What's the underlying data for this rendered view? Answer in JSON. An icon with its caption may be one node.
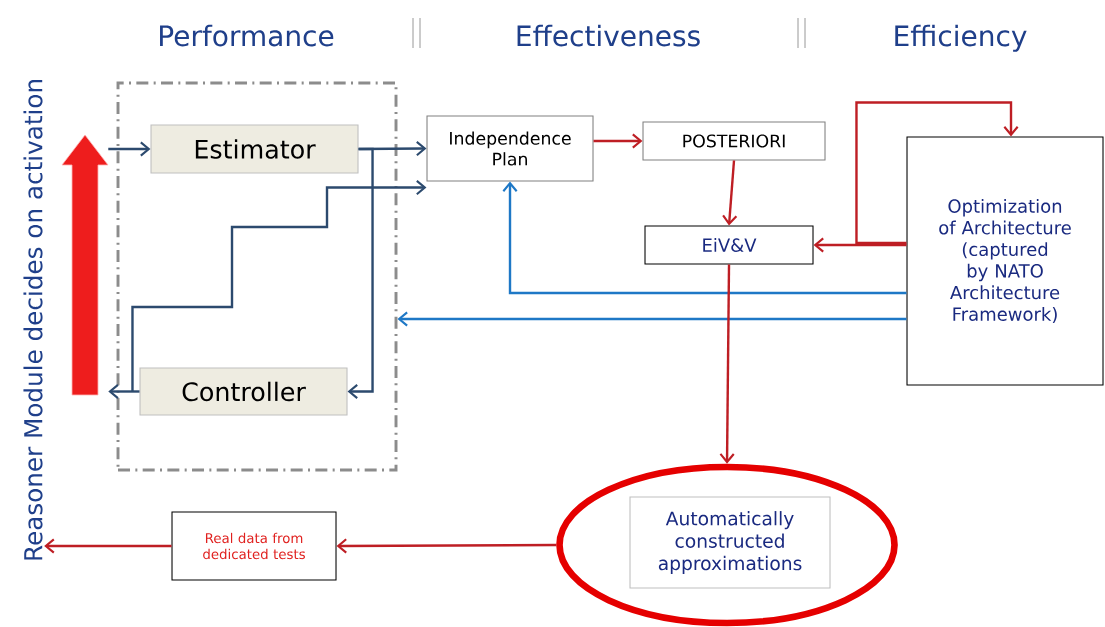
{
  "diagram": {
    "nodes": [
      {
        "text": [],
        "shape": "box"
      },
      {
        "text": [
          "Estimator"
        ],
        "in": 0
      },
      {
        "text": [
          "Controller"
        ],
        "in": 0
      },
      {
        "text": [
          "Independence Plan"
        ]
      },
      {
        "text": [
          "POSTERIORI"
        ]
      },
      {
        "text": [
          "EiV&V"
        ]
      },
      {
        "text": [
          "Optimization of Architecture (captured by NATO Architecture Framework)"
        ]
      },
      {
        "text": [],
        "shape": "ellipse"
      },
      {
        "text": [
          "Automatically constructed approximations"
        ],
        "in": 7
      },
      {
        "text": [
          "Real data from dedicated tests"
        ]
      },
      {
        "text": [],
        "shape": "arrow"
      },
      {
        "text": [
          "Reasoner Module decides on activation"
        ]
      }
    ],
    "edges": [
      {
        "from": 10,
        "to": 1,
        "arrow": "to",
        "color": "#2c4a6e"
      },
      {
        "from": 1,
        "to": 3,
        "arrow": "to",
        "color": "#2c4a6e"
      },
      {
        "from": 1,
        "to": 2,
        "arrow": "to",
        "color": "#2c4a6e"
      },
      {
        "from": 2,
        "to": 10,
        "arrow": "to",
        "color": "#2c4a6e"
      },
      {
        "from": 2,
        "to": 3,
        "arrow": "to",
        "color": "#2c4a6e"
      },
      {
        "from": 3,
        "to": 4,
        "arrow": "to"
      },
      {
        "from": 4,
        "to": 5,
        "arrow": "to"
      },
      {
        "from": 6,
        "to": 5,
        "arrow": "to"
      },
      {
        "from": 6,
        "to": 6,
        "arrow": "to"
      },
      {
        "from": 6,
        "to": 3,
        "arrow": "to",
        "color": "#1e78c6"
      },
      {
        "from": 6,
        "to": 0,
        "arrow": "to",
        "color": "#1e78c6"
      },
      {
        "from": 5,
        "to": 7,
        "arrow": "to"
      },
      {
        "from": 7,
        "to": 9,
        "arrow": "to"
      },
      {
        "from": 9,
        "to": 11,
        "arrow": "to"
      }
    ],
    "labels": [
      "Performance",
      "Effectiveness",
      "Efficiency"
    ]
  }
}
